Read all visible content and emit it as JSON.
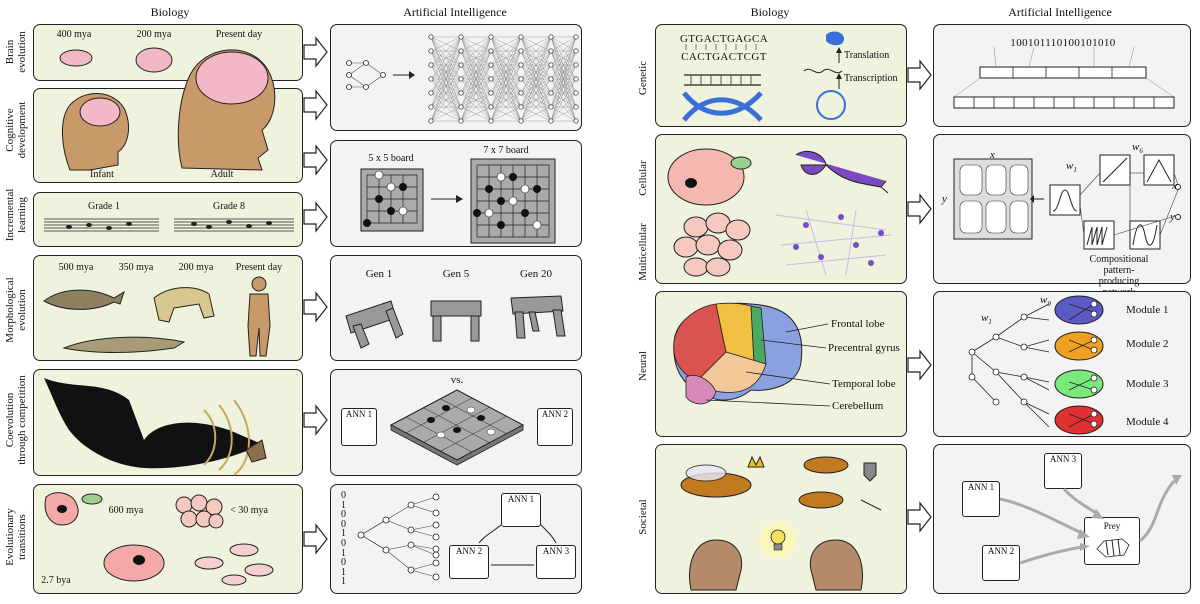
{
  "left": {
    "headers": {
      "biology": "Biology",
      "ai": "Artificial Intelligence"
    },
    "rows": [
      {
        "label": "Brain\nevolution"
      },
      {
        "label": "Cognitive\ndevelopment"
      },
      {
        "label": "Incremental\nlearning"
      },
      {
        "label": "Morphological\nevolution"
      },
      {
        "label": "Coevolution\nthrough competition"
      },
      {
        "label": "Evolutionary\ntransitions"
      }
    ],
    "brain_times": [
      "400 mya",
      "200 mya",
      "Present day"
    ],
    "cog_labels": [
      "Infant",
      "Adult"
    ],
    "boards": [
      "5 x 5 board",
      "7 x 7 board"
    ],
    "grades": [
      "Grade 1",
      "Grade 8"
    ],
    "morph_times": [
      "500 mya",
      "350 mya",
      "200 mya",
      "Present day"
    ],
    "gens": [
      "Gen 1",
      "Gen 5",
      "Gen 20"
    ],
    "versus": "vs.",
    "ann_labels": [
      "ANN 1",
      "ANN 2",
      "ANN 3"
    ],
    "transition_times": [
      "600 mya",
      "< 30 mya",
      "2.7 bya"
    ],
    "bit_column": [
      "0",
      "1",
      "0",
      "0",
      "1",
      "0",
      "1",
      "0",
      "1",
      "1"
    ]
  },
  "right": {
    "headers": {
      "biology": "Biology",
      "ai": "Artificial Intelligence"
    },
    "rows": [
      {
        "label": "Genetic"
      },
      {
        "label": "Cellular"
      },
      {
        "label": "Multicellular"
      },
      {
        "label": "Neural"
      },
      {
        "label": "Societal"
      }
    ],
    "dna_top": "GTGACTGAGCA",
    "dna_bottom": "CACTGACTCGT",
    "translation": "Translation",
    "transcription": "Transcription",
    "bitstring": "1001011101001010​10",
    "cppn_x": "x",
    "cppn_y": "y",
    "w1": "w",
    "w1_sub": "1",
    "w6": "w",
    "w6_sub": "6",
    "w9": "w",
    "w9_sub": "9",
    "cppn_caption": "Compositional pattern-producing\nnetwork",
    "brain_labels": [
      "Frontal lobe",
      "Precentral gyrus",
      "Temporal lobe",
      "Cerebellum"
    ],
    "modules": [
      "Module 1",
      "Module 2",
      "Module 3",
      "Module 4"
    ],
    "module_colors": [
      "#5b5bc7",
      "#f0a020",
      "#7ae87a",
      "#e03030"
    ],
    "societal_anns": [
      "ANN 1",
      "ANN 2",
      "ANN 3"
    ],
    "prey": "Prey"
  }
}
